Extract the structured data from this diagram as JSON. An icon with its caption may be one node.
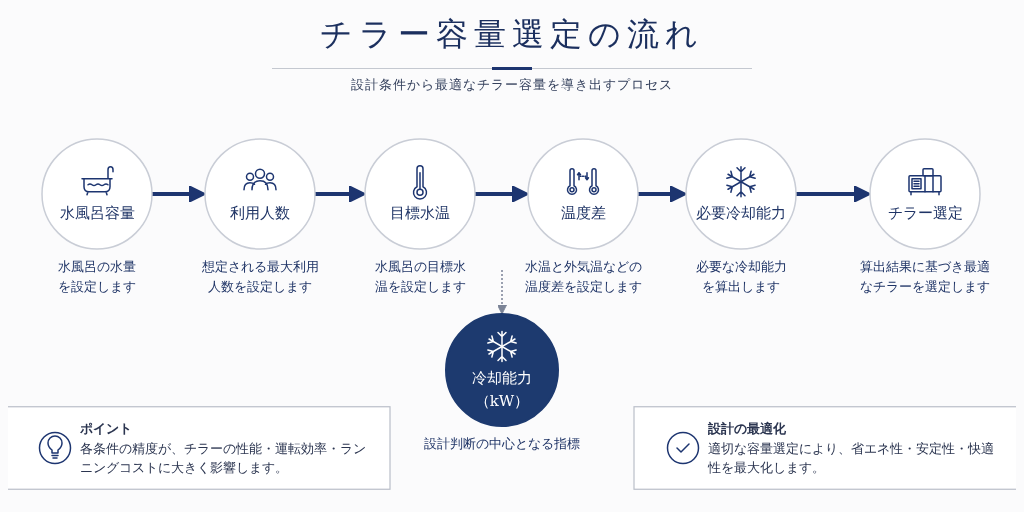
{
  "diagram": {
    "title": "チラー容量選定の流れ",
    "nodes": [
      {
        "text": [
          "水風呂容量"
        ],
        "beside": [
          "水風呂の水量を設定します"
        ]
      },
      {
        "text": [
          "利用人数"
        ],
        "beside": [
          "想定される最大利用人数を設定します"
        ]
      },
      {
        "text": [
          "目標水温"
        ],
        "beside": [
          "水風呂の目標水温を設定します"
        ]
      },
      {
        "text": [
          "温度差"
        ],
        "beside": [
          "水温と外気温などの温度差を設定します"
        ]
      },
      {
        "text": [
          "必要冷却能力"
        ],
        "beside": [
          "必要な冷却能力を算出します"
        ]
      },
      {
        "text": [
          "チラー選定"
        ],
        "beside": [
          "算出結果に基づき最適なチラーを選定します"
        ]
      },
      {
        "text": [
          "冷却能力（kW）"
        ],
        "beside": [
          "設計判断の中心となる指標"
        ]
      },
      {
        "text": [
          "ポイント",
          "各条件の精度が、チラーの性能・運転効率・ランニングコストに大きく影響します。"
        ]
      },
      {
        "text": [
          "設計の最適化",
          "適切な容量選定により、省エネ性・安定性・快適性を最大化します。"
        ]
      }
    ],
    "edges": [
      {
        "from": 0,
        "to": 1,
        "arrow": "to"
      },
      {
        "from": 1,
        "to": 2,
        "arrow": "to"
      },
      {
        "from": 2,
        "to": 3,
        "arrow": "to"
      },
      {
        "from": 3,
        "to": 4,
        "arrow": "to"
      },
      {
        "from": 4,
        "to": 5,
        "arrow": "to"
      },
      {
        "from": null,
        "to": 6,
        "arrow": "to",
        "style": "dashed",
        "color": "#7b8396"
      }
    ],
    "labels": [
      "設計条件から最適なチラー容量を導き出すプロセス"
    ]
  }
}
